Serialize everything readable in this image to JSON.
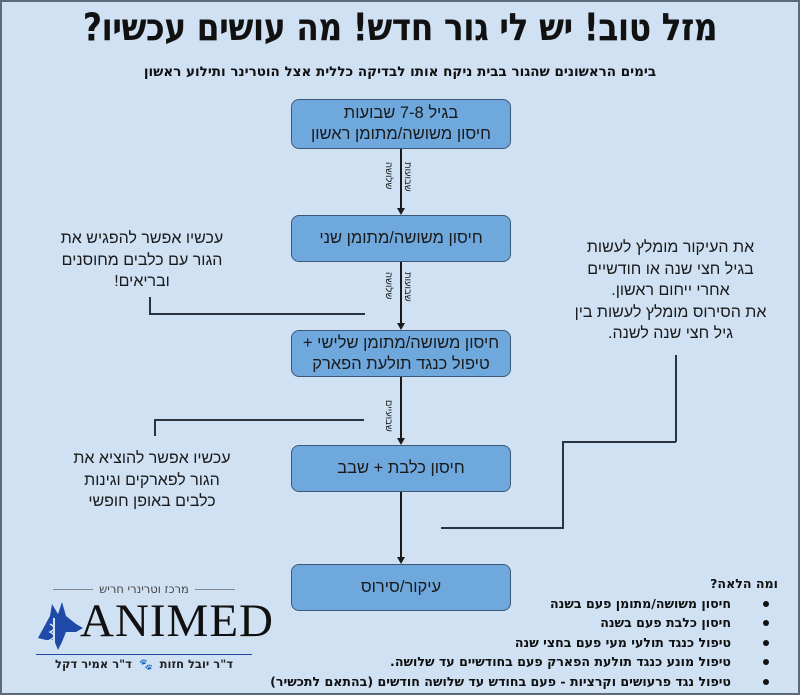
{
  "title": "מזל טוב! יש לי גור חדש! מה עושים עכשיו?",
  "subtitle": "בימים הראשונים שהגור בבית ניקח אותו לבדיקה כללית אצל הוטרינר ותילוע ראשון",
  "flow": {
    "steps": [
      {
        "line1": "בגיל 7-8 שבועות",
        "line2": "חיסון משושה/מתומן ראשון"
      },
      {
        "line1": "חיסון משושה/מתומן שני",
        "line2": ""
      },
      {
        "line1": "חיסון משושה/מתומן שלישי +",
        "line2": "טיפול כנגד תולעת הפארק"
      },
      {
        "line1": "חיסון כלבת + שבב",
        "line2": ""
      },
      {
        "line1": "עיקור/סירוס",
        "line2": ""
      }
    ],
    "intervals": [
      {
        "a": "שלושה",
        "b": "שבועות"
      },
      {
        "a": "שלושה",
        "b": "שבועות"
      },
      {
        "a": "שבועיים",
        "b": ""
      }
    ]
  },
  "notes": {
    "socialize": [
      "עכשיו אפשר להפגיש את",
      "הגור עם כלבים מחוסנים",
      "ובריאים!"
    ],
    "outdoors": [
      "עכשיו אפשר להוציא את",
      "הגור לפארקים וגינות",
      "כלבים באופן חופשי"
    ],
    "neuter": [
      "את העיקור מומלץ לעשות",
      "בגיל חצי שנה או חודשיים",
      "אחרי ייחום ראשון.",
      "את הסירוס מומלץ לעשות בין",
      "גיל חצי שנה לשנה."
    ]
  },
  "extra": {
    "heading": "ומה הלאה?",
    "items": [
      "חיסון משושה/מתומן פעם בשנה",
      "חיסון  כלבת פעם בשנה",
      "טיפול כנגד תולעי מעי פעם בחצי שנה",
      "טיפול מונע כנגד תולעת הפארק פעם בחודשיים עד שלושה.",
      "טיפול נגד פרעושים וקרציות - פעם בחודש עד שלושה חודשים (בהתאם לתכשיר)"
    ]
  },
  "logo": {
    "tagline": "מרכז וטרינרי חריש",
    "name": "ANIMED",
    "doctor1": "ד\"ר יובל חזות",
    "doctor2": "ד\"ר אמיר דקל",
    "icon": "dog-caduceus-icon",
    "separator_icon": "paw-icon",
    "brand_color": "#1f4aa8"
  },
  "colors": {
    "background": "#cfe1f3",
    "box_fill": "#6fa8dc",
    "box_border": "#3c5a78"
  }
}
